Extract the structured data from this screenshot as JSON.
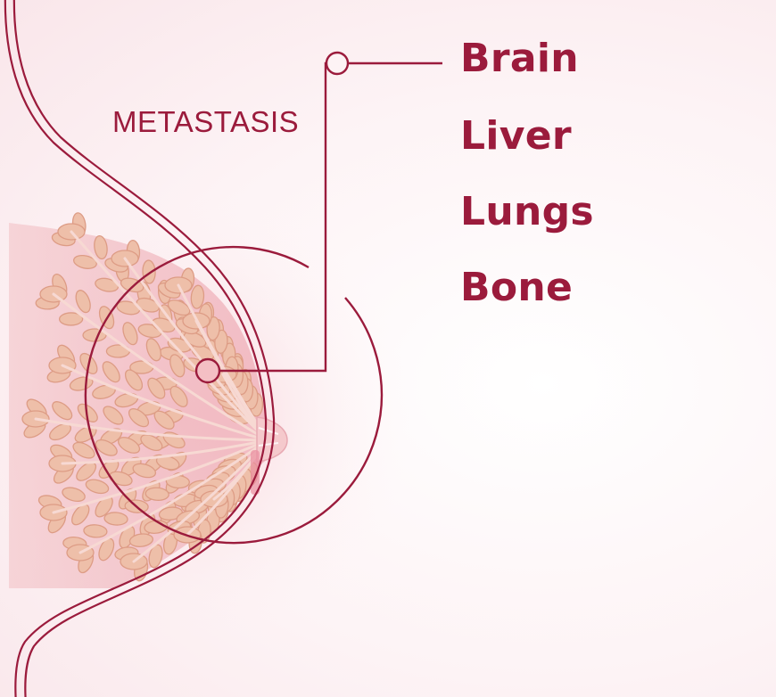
{
  "heading": "METASTASIS",
  "sites": [
    "Brain",
    "Liver",
    "Lungs",
    "Bone"
  ],
  "colors": {
    "accent": "#9b1b3c",
    "tissue": "#f2c3c6",
    "gland": "#eebfa9",
    "gland_stroke": "#dd9c85",
    "background": "#fdf3f5"
  }
}
